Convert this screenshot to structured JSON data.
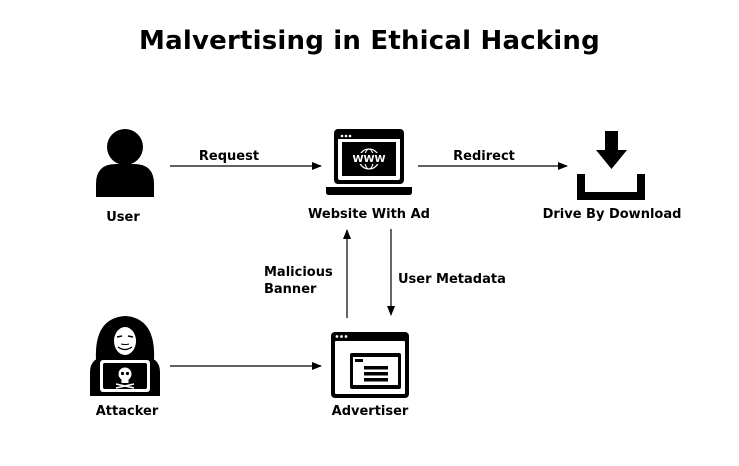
{
  "title": "Malvertising in Ethical Hacking",
  "colors": {
    "ink": "#000000",
    "background": "#ffffff"
  },
  "nodes": {
    "user": {
      "label": "User",
      "icon": "user-icon"
    },
    "website": {
      "label": "Website With Ad",
      "icon": "laptop-www-icon",
      "screen_text": "WWW"
    },
    "download": {
      "label": "Drive By Download",
      "icon": "download-icon"
    },
    "attacker": {
      "label": "Attacker",
      "icon": "hooded-hacker-icon"
    },
    "advertiser": {
      "label": "Advertiser",
      "icon": "browser-window-icon"
    }
  },
  "edges": {
    "request": {
      "label": "Request"
    },
    "redirect": {
      "label": "Redirect"
    },
    "malicious_banner": {
      "label_line1": "Malicious",
      "label_line2": "Banner"
    },
    "user_metadata": {
      "label": "User Metadata"
    },
    "attacker_to_advertiser": {
      "label": ""
    }
  }
}
